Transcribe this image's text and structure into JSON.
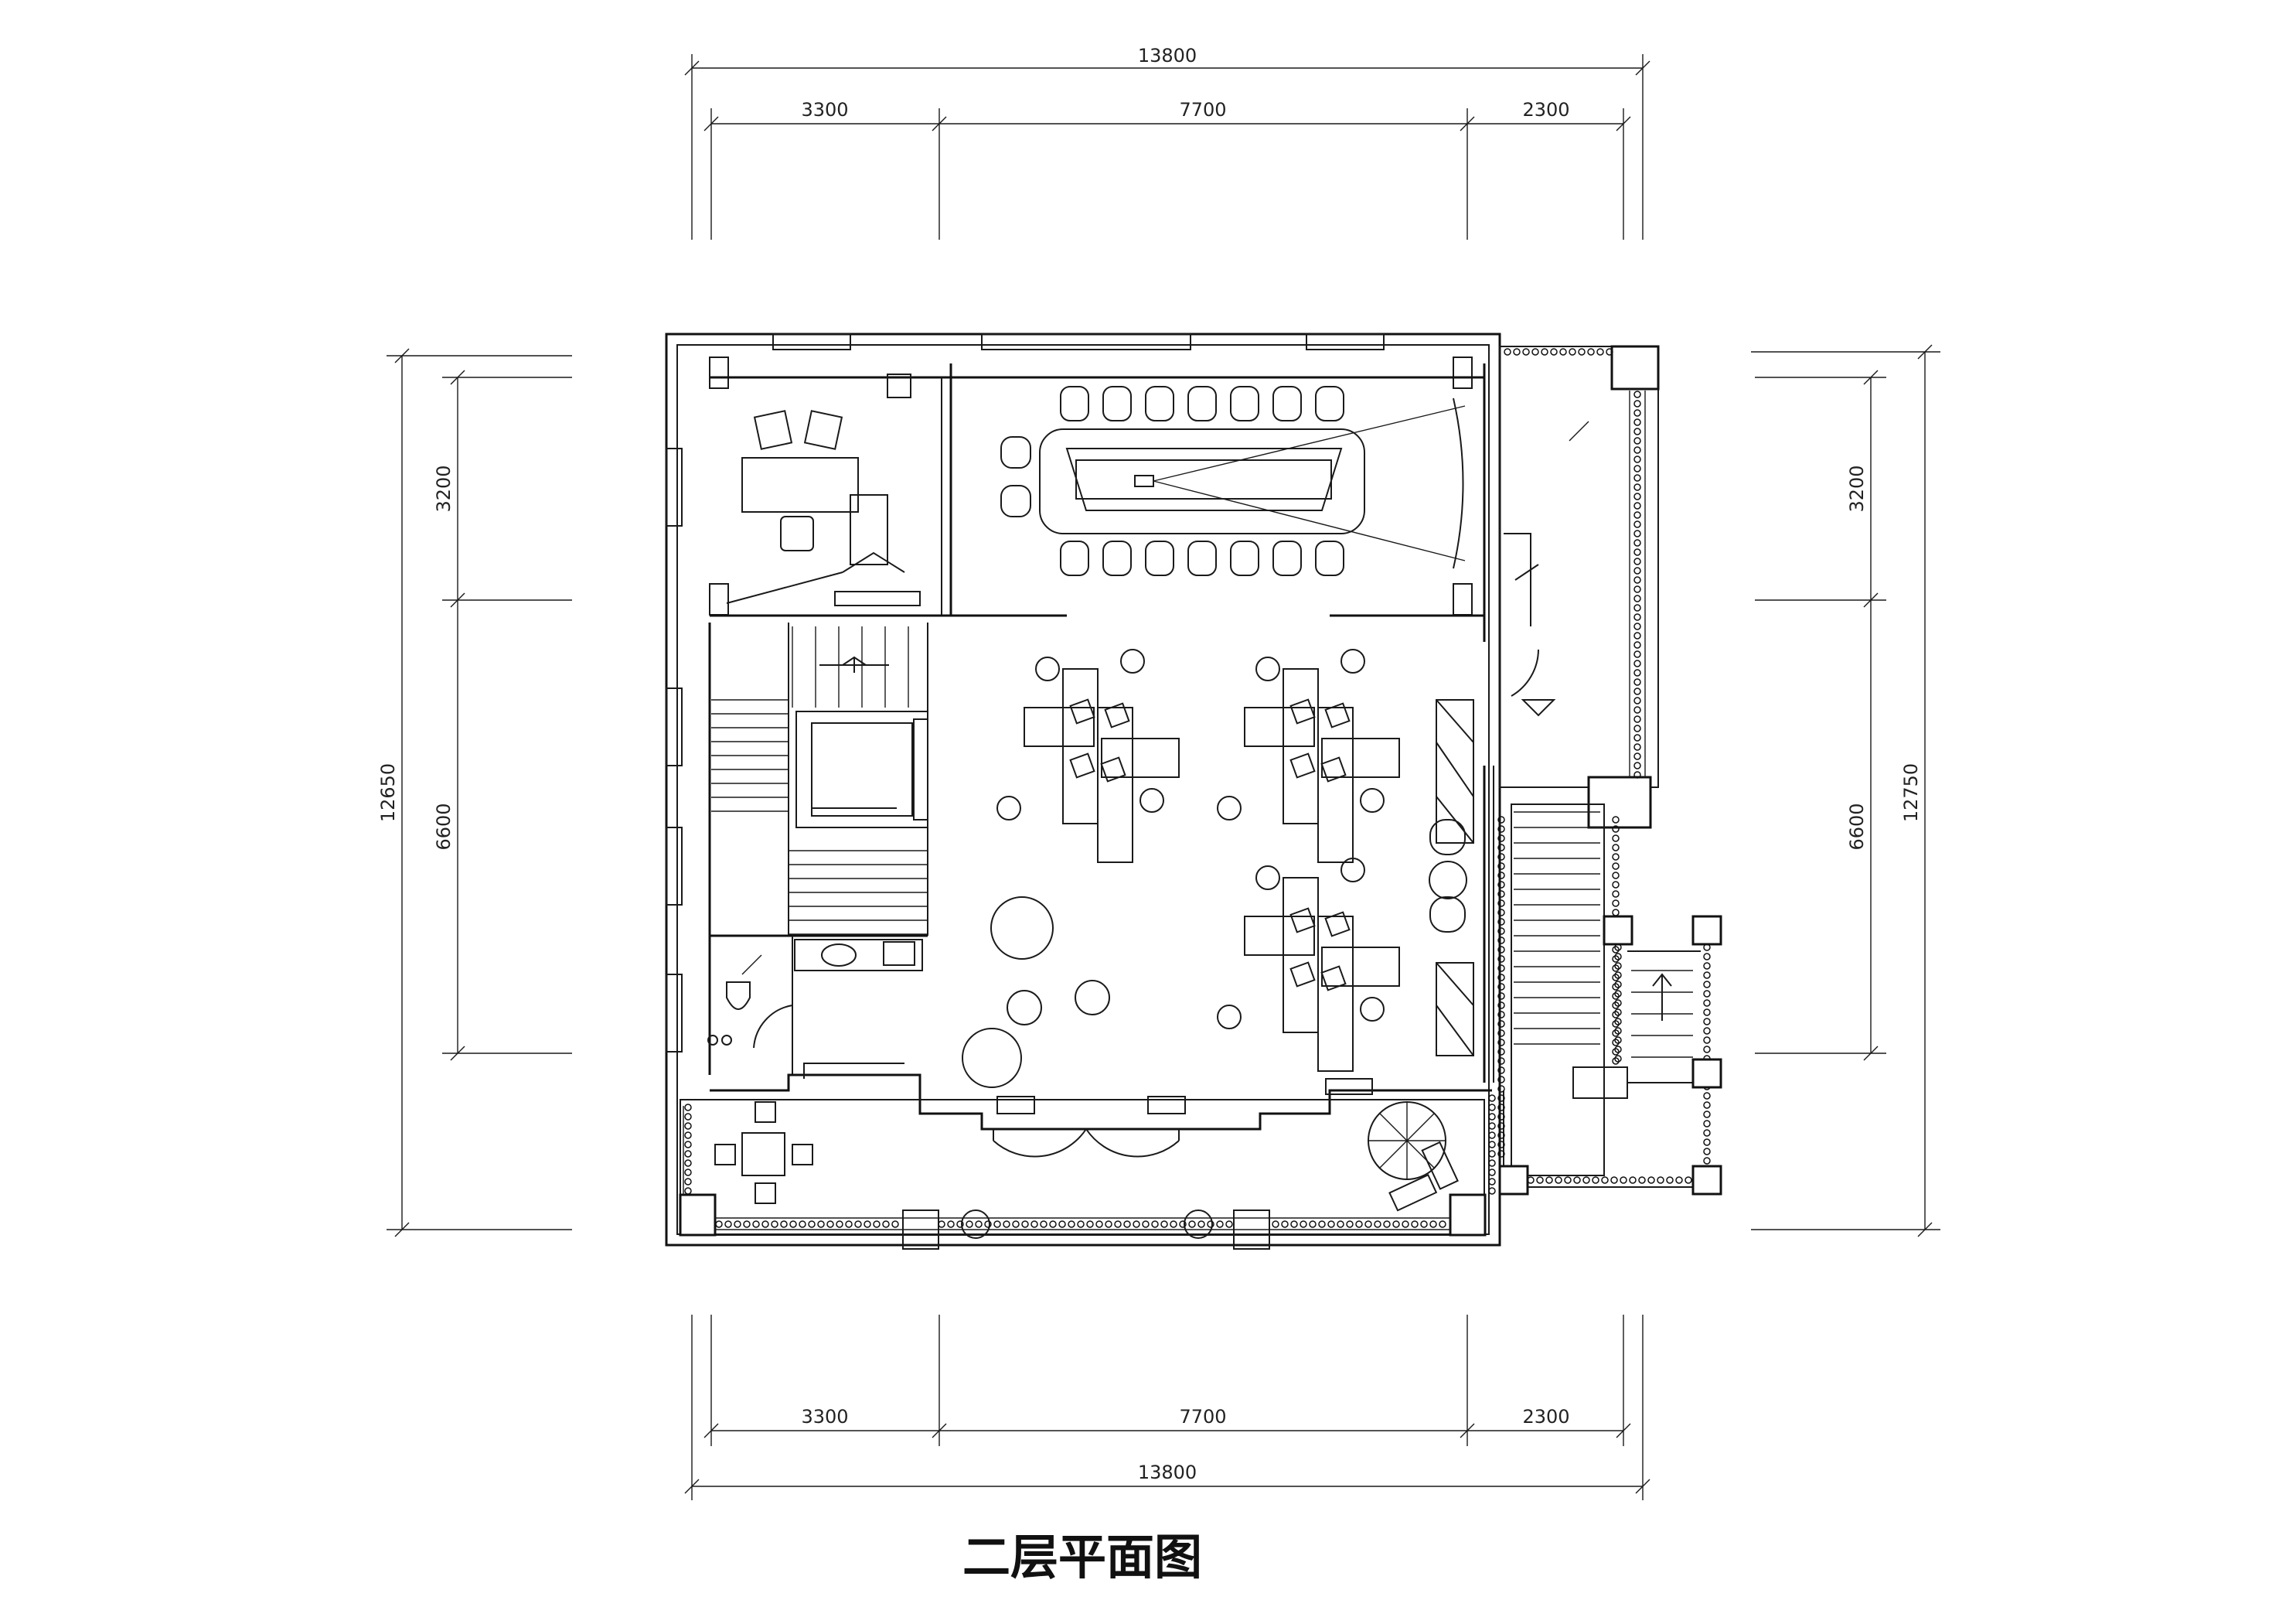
{
  "title": "二层平面图",
  "dimensions": {
    "top_total": "13800",
    "top_segments": [
      "3300",
      "7700",
      "2300"
    ],
    "bottom_segments": [
      "3300",
      "7700",
      "2300"
    ],
    "bottom_total": "13800",
    "left_total": "12650",
    "left_segments": [
      "3200",
      "6600"
    ],
    "right_segments": [
      "3200",
      "6600"
    ],
    "right_total": "12750"
  }
}
